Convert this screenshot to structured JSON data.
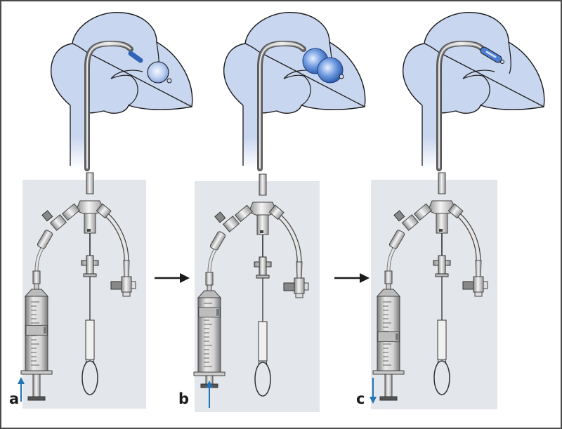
{
  "figure": {
    "description": "Balloon catheter inflation sequence with syringe and Y-connector",
    "panels": [
      {
        "label": "a",
        "balloon_state": "partially-inflated",
        "plunger_arrow": "up",
        "syringe_plunger_position": "withdrawn",
        "syringe_fill_fraction": 0.55
      },
      {
        "label": "b",
        "balloon_state": "fully-inflated-double",
        "plunger_arrow": "up",
        "syringe_plunger_position": "pushed-in",
        "syringe_fill_fraction": 0.85
      },
      {
        "label": "c",
        "balloon_state": "deflated",
        "plunger_arrow": "down",
        "syringe_plunger_position": "withdrawn",
        "syringe_fill_fraction": 0.45
      }
    ],
    "transition_arrows": [
      "a-to-b",
      "b-to-c"
    ],
    "colors": {
      "organ_fill": "#c9d6ef",
      "panel_bg": "#e3e6ea",
      "balloon": "#3d6fc4",
      "arrow_blue": "#1f73b7",
      "outline": "#1a1a1a",
      "frame": "#4a4a4a"
    }
  }
}
